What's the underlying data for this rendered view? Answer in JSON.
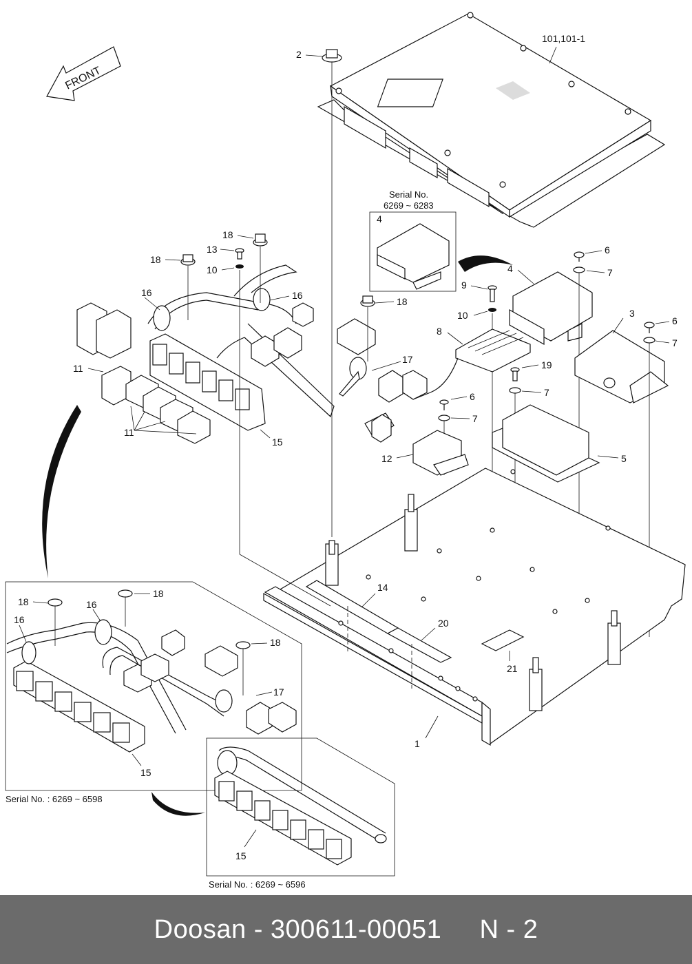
{
  "front_label": "FRONT",
  "serial_boxes": {
    "top": {
      "line1": "Serial No.",
      "line2": "6269 ~ 6283"
    },
    "left": "Serial No. : 6269 ~ 6598",
    "right": "Serial No. : 6269 ~ 6596"
  },
  "callouts": {
    "c101": "101,101-1",
    "c2": "2",
    "c4_top": "4",
    "c4": "4",
    "c6_a": "6",
    "c7_a": "7",
    "c9": "9",
    "c10_a": "10",
    "c8": "8",
    "c3": "3",
    "c6_b": "6",
    "c7_b": "7",
    "c19": "19",
    "c7_c": "7",
    "c6_c": "6",
    "c7_d": "7",
    "c12": "12",
    "c5": "5",
    "c18_a": "18",
    "c13": "13",
    "c10_b": "10",
    "c18_b": "18",
    "c16_a": "16",
    "c16_b": "16",
    "c18_c": "18",
    "c17_a": "17",
    "c11_a": "11",
    "c11_b": "11",
    "c15_a": "15",
    "c14": "14",
    "c20": "20",
    "c21": "21",
    "c1": "1",
    "c18_d": "18",
    "c18_e": "18",
    "c16_c": "16",
    "c16_d": "16",
    "c18_f": "18",
    "c17_b": "17",
    "c15_b": "15",
    "c15_c": "15"
  },
  "footer": {
    "text": "Doosan - 300611-00051     N - 2"
  }
}
